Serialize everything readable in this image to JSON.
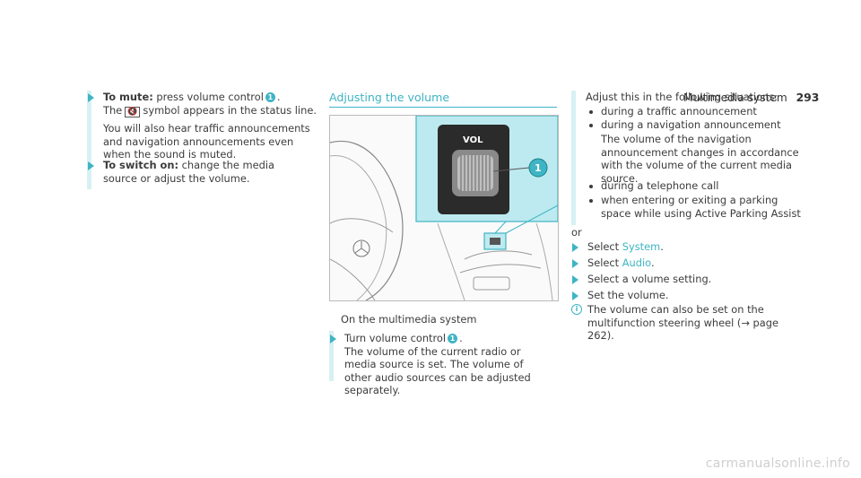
{
  "header": {
    "section": "Multimedia system",
    "page": "293"
  },
  "left": {
    "mute": {
      "label": "To mute:",
      "action": "press volume control",
      "badge": "1",
      "line2_pre": "The",
      "mute_symbol": "🔇",
      "line2_post": "symbol appears in the status line.",
      "note": "You will also hear traffic announcements and navigation announcements even when the sound is muted."
    },
    "switch_on": {
      "label": "To switch on:",
      "text": "change the media source or adjust the volume."
    }
  },
  "middle": {
    "heading": "Adjusting the volume",
    "figure": {
      "vol_label": "VOL",
      "badge": "1"
    },
    "caption": "On the multimedia system",
    "step": {
      "text_pre": "Turn volume control",
      "badge": "1",
      "text_post": "The volume of the current radio or media source is set. The volume of other audio sources can be adjusted separately."
    }
  },
  "right": {
    "intro": "Adjust this in the following situations:",
    "bullets": [
      "during a traffic announcement",
      "during a navigation announcement",
      "during a telephone call",
      "when entering or exiting a parking space while using Active Parking Assist"
    ],
    "nav_note": "The volume of the navigation announce­ment changes in accordance with the vol­ume of the current media source.",
    "or": "or",
    "steps": {
      "select_system_pre": "Select",
      "select_system_link": "System",
      "select_audio_pre": "Select",
      "select_audio_link": "Audio",
      "select_volume": "Select a volume setting.",
      "set_volume": "Set the volume."
    },
    "info": "The volume can also be set on the multifunc­tion steering wheel (→ page 262)."
  },
  "footer": {
    "watermark": "carmanualsonline.info"
  },
  "colors": {
    "accent": "#3fb4c4",
    "bar": "#d7f1f3",
    "figure_highlight": "#bdeaf0"
  }
}
